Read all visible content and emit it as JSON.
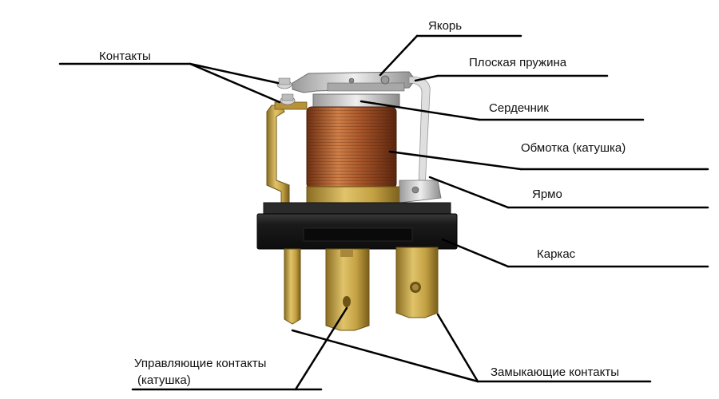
{
  "labels": {
    "contacts": "Контакты",
    "armature": "Якорь",
    "flat_spring": "Плоская пружина",
    "core": "Сердечник",
    "winding": "Обмотка (катушка)",
    "yoke": "Ярмо",
    "frame": "Каркас",
    "control_contacts_line1": "Управляющие контакты",
    "control_contacts_line2": "(катушка)",
    "closing_contacts": "Замыкающие контакты"
  },
  "colors": {
    "leader": "#000000",
    "copper": "#b4622f",
    "brass": "#c9a94e",
    "base": "#1c1c1c",
    "metal": "#c8c8c8"
  }
}
